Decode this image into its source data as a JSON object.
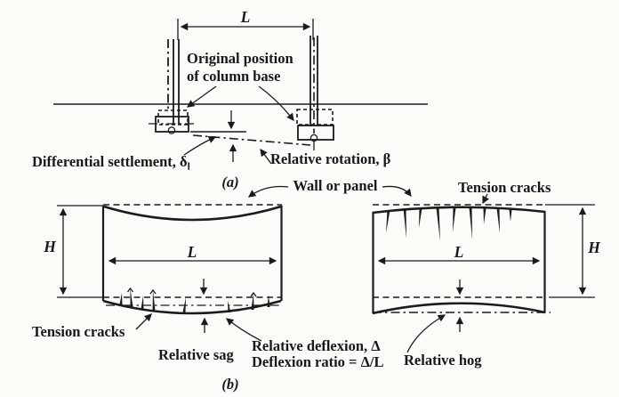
{
  "part_a": {
    "label": "(a)",
    "dim_l": "L",
    "original_position": {
      "line1": "Original position",
      "line2": "of column base"
    },
    "differential_settlement": {
      "text": "Differential settlement, δ",
      "subscript": "l"
    },
    "relative_rotation": "Relative rotation, β"
  },
  "part_b": {
    "label": "(b)",
    "wall_or_panel": "Wall or panel",
    "tension_cracks_top": "Tension cracks",
    "tension_cracks_bottom": "Tension cracks",
    "left_panel": {
      "dim_h": "H",
      "dim_l": "L"
    },
    "right_panel": {
      "dim_h": "H",
      "dim_l": "L"
    },
    "relative_sag": "Relative sag",
    "relative_deflexion": "Relative deflexion, Δ",
    "deflexion_ratio": "Deflexion ratio = Δ/L",
    "relative_hog": "Relative hog"
  },
  "colors": {
    "ink": "#1b1b1b",
    "paper": "#fcfbf8"
  }
}
